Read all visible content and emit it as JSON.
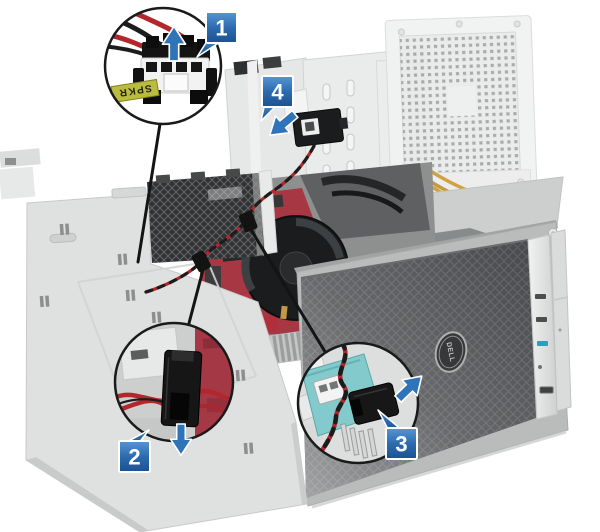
{
  "figure": {
    "alt": "Tower chassis speaker removal illustration with numbered callouts"
  },
  "steps": [
    {
      "number": "1"
    },
    {
      "number": "2"
    },
    {
      "number": "3"
    },
    {
      "number": "4"
    }
  ],
  "callouts": {
    "connector_label": "SPKR"
  },
  "logo": {
    "text": "DELL"
  },
  "colors": {
    "badge_blue": "#2e6cad",
    "arrow_blue": "#2f74b8",
    "cable_red": "#b3262c",
    "label_yellow": "#b9bc3f",
    "mesh_dark": "#46484b",
    "chassis_gray": "#dfe1e0",
    "motherboard_red": "#a63743",
    "teal_component": "#83cacc"
  }
}
